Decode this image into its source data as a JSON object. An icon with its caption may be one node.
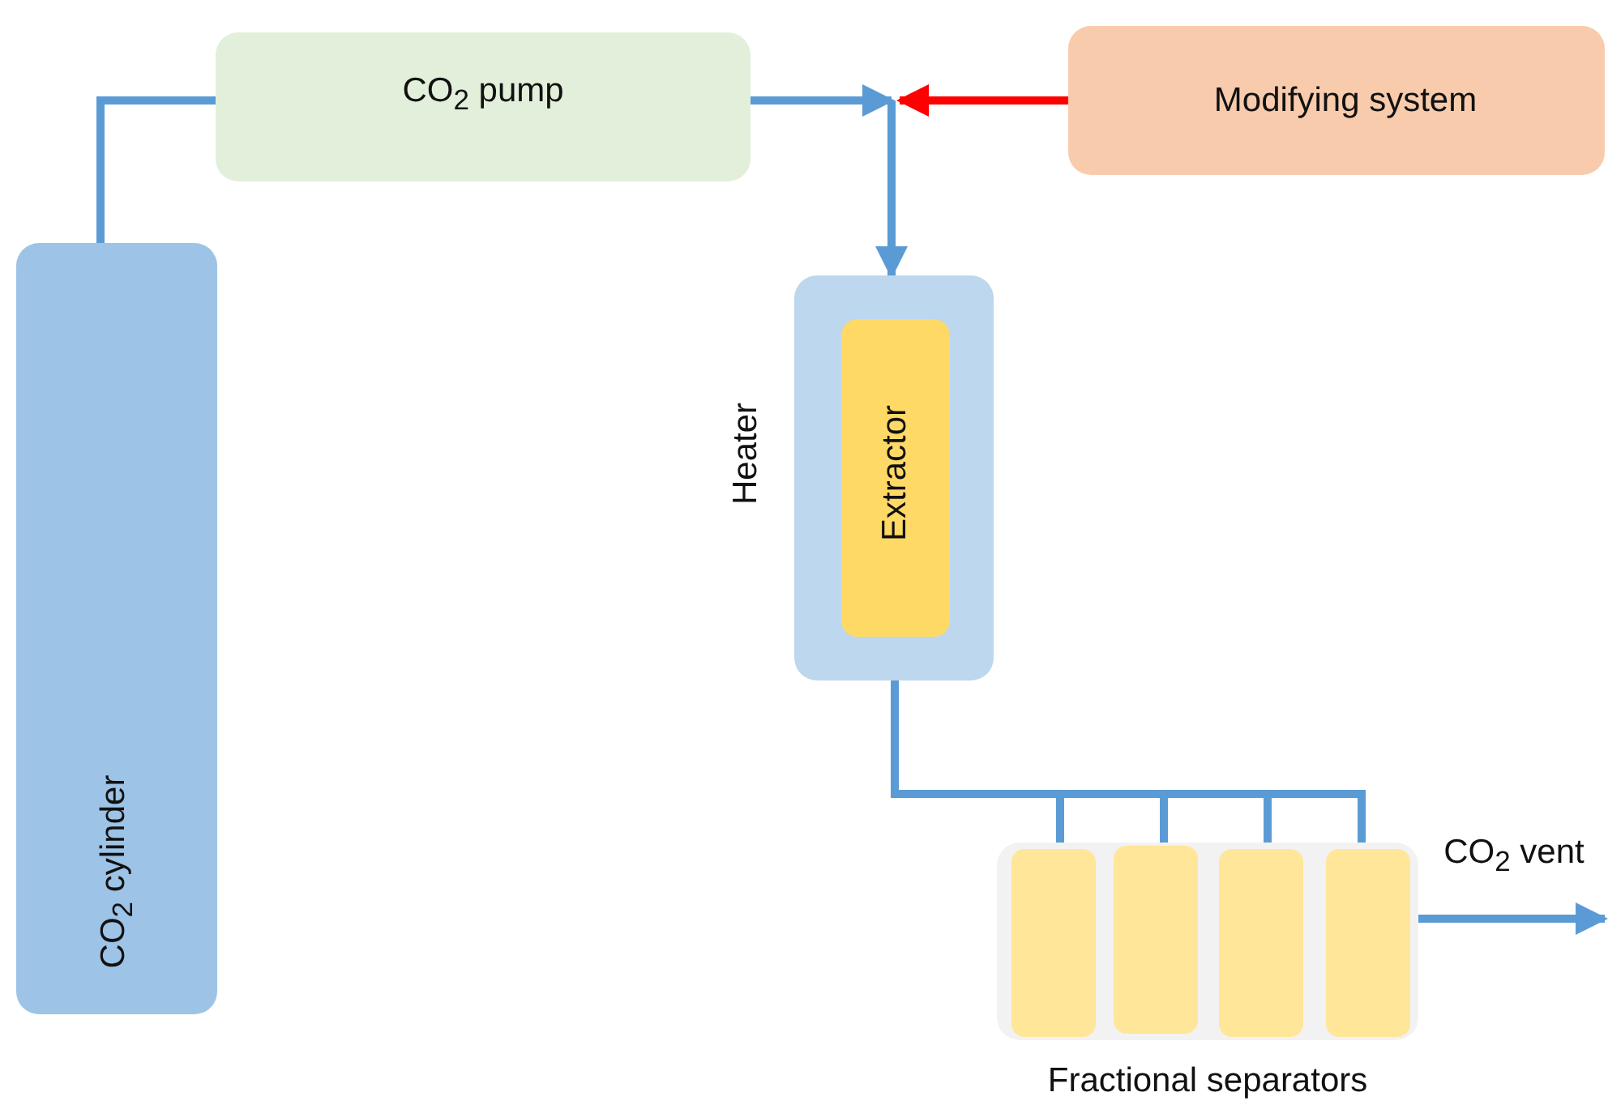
{
  "diagram": {
    "nodes": [
      {
        "text": [
          "CO$_{2}$ cylinder"
        ]
      },
      {
        "text": [
          "CO$_{2}$ pump"
        ]
      },
      {
        "text": [
          "Modifying system"
        ]
      },
      {
        "text": [
          "Heater"
        ]
      },
      {
        "text": [
          "Extractor"
        ],
        "in": 3
      },
      {
        "text": [
          "Fractional separators"
        ]
      },
      {
        "text": [],
        "shape": "box",
        "in": 5
      },
      {
        "text": [],
        "shape": "box",
        "in": 5
      },
      {
        "text": [],
        "shape": "box",
        "in": 5
      },
      {
        "text": [],
        "shape": "box",
        "in": 5
      }
    ],
    "edges": [
      {
        "from": 0,
        "to": 1,
        "arrow": "none"
      },
      {
        "from": 1,
        "to": null,
        "arrow": "to"
      },
      {
        "from": 2,
        "to": null,
        "arrow": "to",
        "color": "#ff0000"
      },
      {
        "from": null,
        "to": 3,
        "arrow": "to"
      },
      {
        "from": 3,
        "to": 6,
        "arrow": "none"
      },
      {
        "from": 3,
        "to": 7,
        "arrow": "none"
      },
      {
        "from": 3,
        "to": 8,
        "arrow": "none"
      },
      {
        "from": 3,
        "to": 9,
        "arrow": "none"
      },
      {
        "from": 5,
        "to": null,
        "arrow": "to",
        "label": "CO$_{2}$ vent"
      }
    ]
  }
}
